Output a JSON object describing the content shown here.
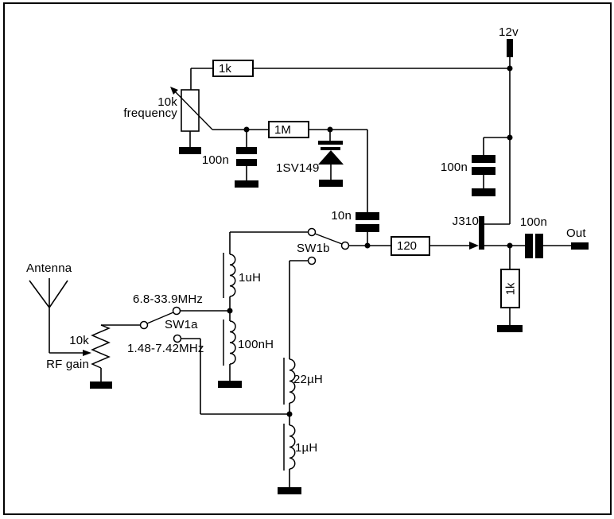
{
  "schematic": {
    "supply_label": "12v",
    "output_label": "Out",
    "antenna_label": "Antenna",
    "resistors": {
      "feedback": "1k",
      "gate_bias": "1M",
      "gate_stopper": "120",
      "source": "1k"
    },
    "potentiometers": {
      "frequency": {
        "value": "10k",
        "label": "frequency"
      },
      "rf_gain": {
        "value": "10k",
        "label": "RF gain"
      }
    },
    "capacitors": {
      "tuning_bypass": "100n",
      "varactor_coupling": "10n",
      "supply_decoupling": "100n",
      "output_coupling": "100n"
    },
    "diode": {
      "part": "1SV149"
    },
    "transistor": {
      "part": "J310"
    },
    "switches": {
      "sw1a": {
        "label": "SW1a",
        "high_band": "6.8-33.9MHz",
        "low_band": "1.48-7.42MHz"
      },
      "sw1b": {
        "label": "SW1b"
      }
    },
    "inductors": {
      "l1": "1uH",
      "l2": "100nH",
      "l3": "22µH",
      "l4": "1µH"
    }
  }
}
